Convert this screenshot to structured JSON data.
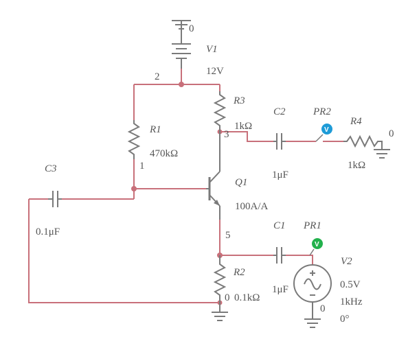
{
  "circuit": {
    "v1": {
      "name": "V1",
      "value": "12V",
      "ground_node": "0"
    },
    "r1": {
      "name": "R1",
      "value": "470kΩ"
    },
    "r2": {
      "name": "R2",
      "value": "0.1kΩ"
    },
    "r3": {
      "name": "R3",
      "value": "1kΩ"
    },
    "r4": {
      "name": "R4",
      "value": "1kΩ"
    },
    "c1": {
      "name": "C1",
      "value": "1μF"
    },
    "c2": {
      "name": "C2",
      "value": "1μF"
    },
    "c3": {
      "name": "C3",
      "value": "0.1μF"
    },
    "q1": {
      "name": "Q1",
      "value": "100A/A"
    },
    "v2": {
      "name": "V2",
      "amplitude": "0.5V",
      "frequency": "1kHz",
      "phase": "0°",
      "ground_node": "0"
    },
    "pr1": {
      "name": "PR1",
      "badge": "V",
      "color": "#22b14c"
    },
    "pr2": {
      "name": "PR2",
      "badge": "V",
      "color": "#1e9bd7"
    },
    "nodes": {
      "n1": "1",
      "n2": "2",
      "n3": "3",
      "n5": "5",
      "r2_gnd": "0",
      "r4_gnd": "0"
    },
    "colors": {
      "wire": "#c8707a",
      "component": "#7a7a7a"
    }
  }
}
